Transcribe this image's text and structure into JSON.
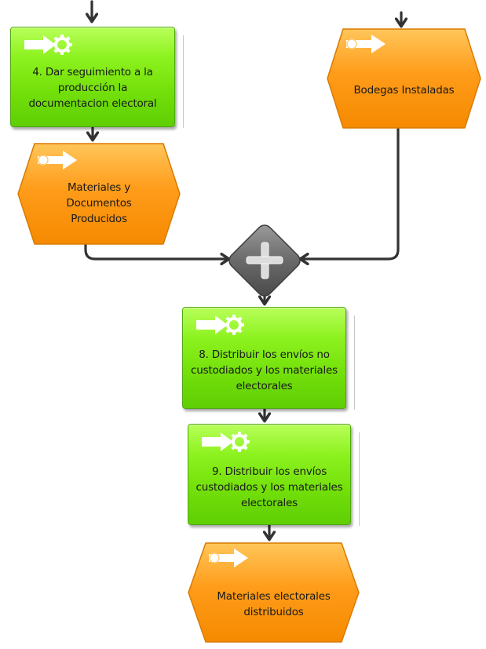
{
  "nodes": {
    "task4": {
      "label": "4. Dar seguimiento a la\nproducción la\ndocumentacion electoral",
      "type": "function",
      "icon": "process-arrow-gear-icon"
    },
    "materiales_producidos": {
      "label": "Materiales y\nDocumentos\nProducidos",
      "type": "event",
      "icon": "event-arrow-icon"
    },
    "bodegas": {
      "label": "Bodegas Instaladas",
      "type": "event",
      "icon": "event-arrow-icon"
    },
    "and_gateway": {
      "type": "and-connector",
      "icon": "plus-icon"
    },
    "task8": {
      "label": "8. Distribuir los envíos no\ncustodiados y los materiales\nelectorales",
      "type": "function",
      "icon": "process-arrow-gear-icon"
    },
    "task9": {
      "label": "9. Distribuir los envíos\ncustodiados y los materiales\nelectorales",
      "type": "function",
      "icon": "process-arrow-gear-icon"
    },
    "materiales_distribuidos": {
      "label": "Materiales electorales\ndistribuidos",
      "type": "event",
      "icon": "event-arrow-icon"
    }
  },
  "colors": {
    "function_fill": "#73e00a",
    "event_fill": "#ff9f1a",
    "connector": "#333333",
    "gateway_fill": "#6e6e6e"
  }
}
